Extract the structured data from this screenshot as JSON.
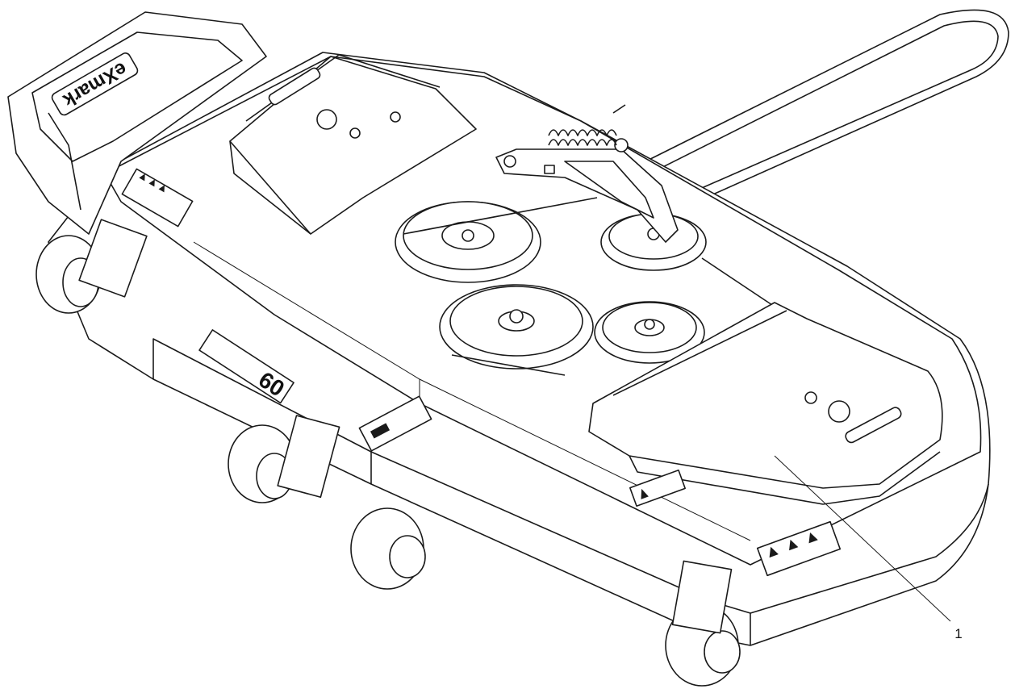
{
  "callouts": [
    {
      "label": "1"
    }
  ],
  "markings": {
    "brand_logo": "eXmark",
    "deck_size": "60"
  },
  "colors": {
    "line": "#1a1a1a",
    "background": "#ffffff"
  }
}
